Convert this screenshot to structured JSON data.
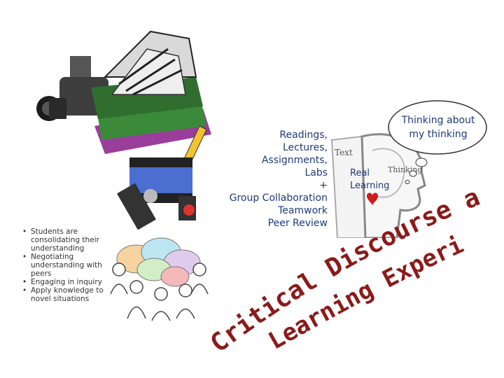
{
  "resources": [
    "Readings,",
    "Lectures,",
    "Assignments,",
    "Labs",
    "+",
    "Group Collaboration",
    "Teamwork",
    "Peer Review"
  ],
  "real_learning": [
    "Real",
    "Learning"
  ],
  "head": {
    "text_label": "Text",
    "thinking_label": "Thinking"
  },
  "bubble": [
    "Thinking about",
    "my thinking"
  ],
  "bullets": [
    "Students are consolidating their understanding",
    "Negotiating understanding with peers",
    "Engaging in inquiry",
    "Apply knowledge to novel situations"
  ],
  "curve_line1": "Critical Discourse and Reflective",
  "curve_line2": "Learning Experiences",
  "colors": {
    "accent_text": "#1f3a78",
    "curve_text": "#8b1a1a",
    "heart": "#d11a1a"
  }
}
